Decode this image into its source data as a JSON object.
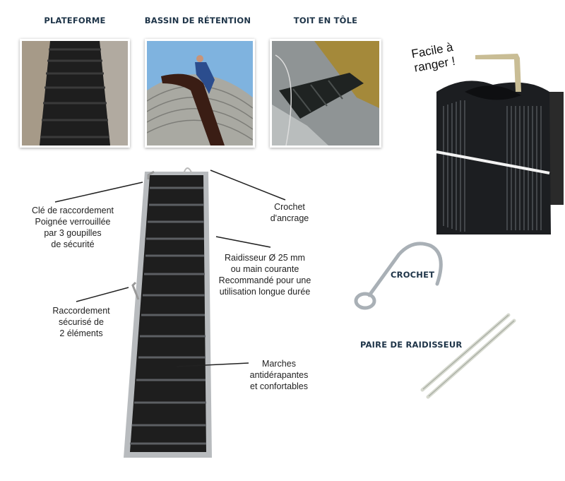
{
  "headings": {
    "plateforme": "PLATEFORME",
    "bassin": "BASSIN DE RÉTENTION",
    "toit": "TOIT EN TÔLE"
  },
  "storage": {
    "caption": "Facile à\nranger !"
  },
  "ladder_labels": {
    "cle": "Clé de raccordement\nPoignée verrouillée\npar 3 goupilles\nde sécurité",
    "crochet": "Crochet\nd'ancrage",
    "raidisseur": "Raidisseur Ø 25 mm\nou main courante\nRecommandé pour une\nutilisation longue durée",
    "raccordement": "Raccordement\nsécurisé de\n2 éléments",
    "marches": "Marches\nantidérapantes\net confortables"
  },
  "accessories": {
    "crochet": "CROCHET",
    "raidisseur": "PAIRE DE RAIDISSEUR"
  }
}
